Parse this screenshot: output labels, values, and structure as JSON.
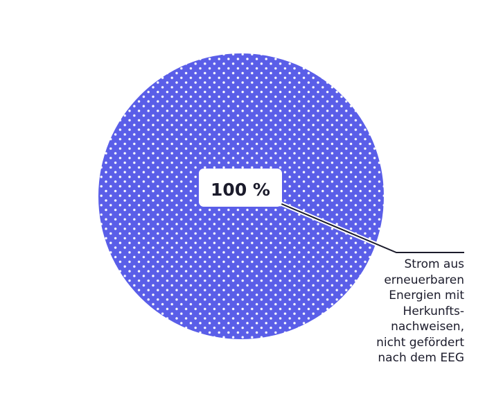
{
  "chart_data": {
    "type": "pie",
    "title": "",
    "slices": [
      {
        "value": 100,
        "label_value": "100 %",
        "label_lines": [
          "Strom aus",
          "erneuerbaren",
          "Energien mit",
          "Herkunfts-",
          "nachweisen,",
          "nicht gefördert",
          "nach dem EEG"
        ],
        "color": "#5a5ee8",
        "pattern": "white-dots"
      }
    ]
  },
  "colors": {
    "slice": "#5a5ee8",
    "dot": "#ffffff",
    "leader": "#1b1b2b",
    "text": "#1b1b2b"
  }
}
